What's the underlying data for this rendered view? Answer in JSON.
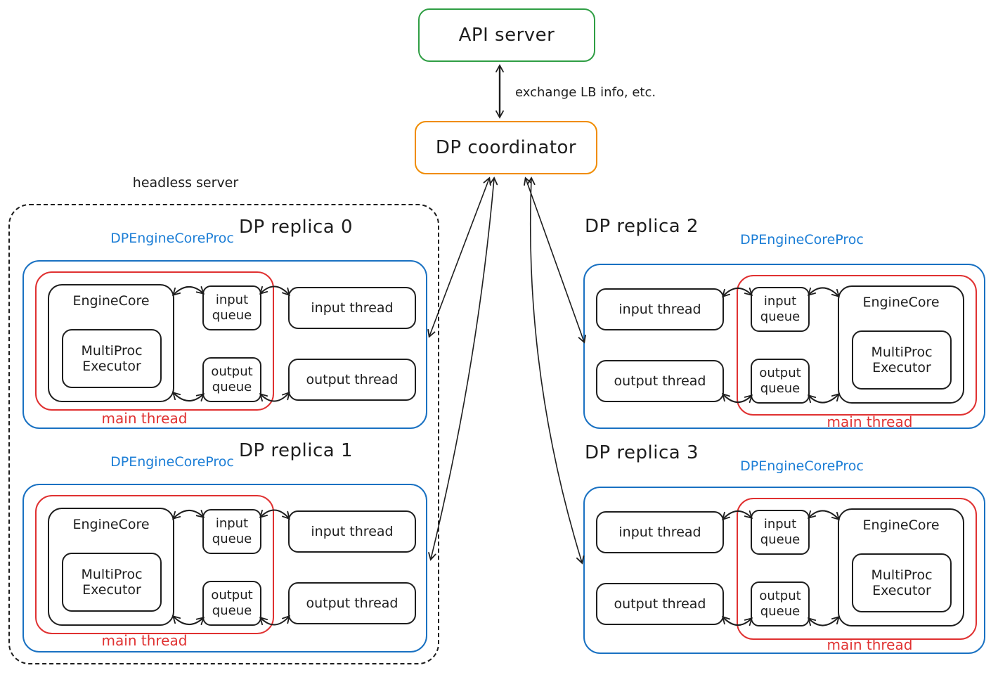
{
  "colors": {
    "ink": "#1e1e1e",
    "green": "#2f9e44",
    "orange": "#f08c00",
    "blue_border": "#1971c2",
    "blue_label": "#1c7ed6",
    "red": "#e03131"
  },
  "api_server": {
    "label": "API server"
  },
  "coordinator": {
    "label": "DP coordinator"
  },
  "connections": {
    "api_coordinator_label": "exchange LB info, etc."
  },
  "headless_server": {
    "label": "headless server"
  },
  "shared": {
    "proc_label": "DPEngineCoreProc",
    "engine_core": "EngineCore",
    "multiproc_executor": "MultiProc Executor",
    "input_queue": "input queue",
    "output_queue": "output queue",
    "input_thread": "input thread",
    "output_thread": "output thread",
    "main_thread": "main thread"
  },
  "replicas": [
    {
      "title": "DP replica 0"
    },
    {
      "title": "DP replica 1"
    },
    {
      "title": "DP replica 2"
    },
    {
      "title": "DP replica 3"
    }
  ]
}
